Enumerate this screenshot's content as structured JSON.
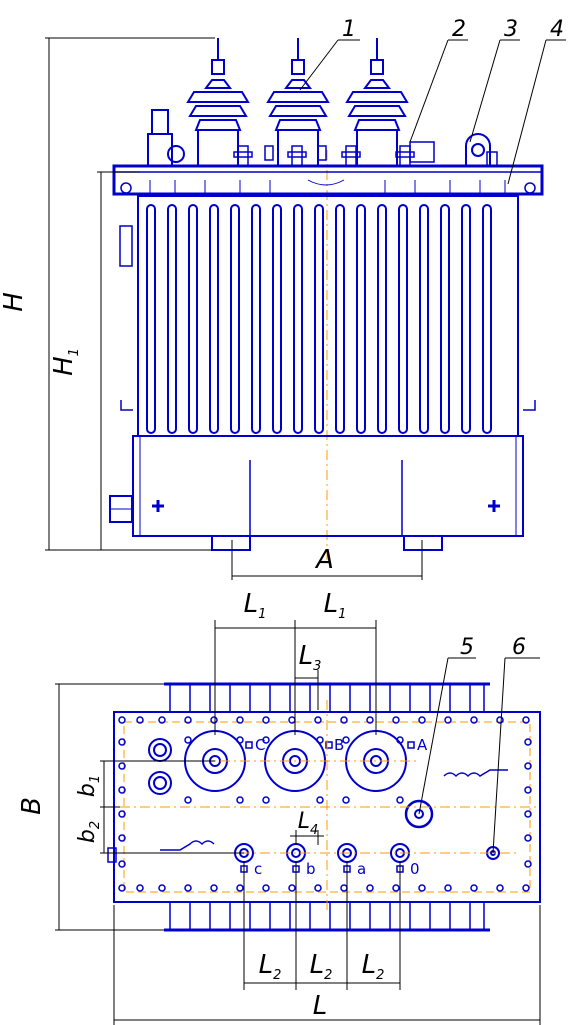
{
  "colors": {
    "outline": "#0000cc",
    "dimension": "#000000",
    "centerline": "#ff9900",
    "background": "#ffffff"
  },
  "dimensions": {
    "H": "H",
    "H1_main": "H",
    "H1_sub": "1",
    "A": "A",
    "L1_main": "L",
    "L1_sub": "1",
    "L2_main": "L",
    "L2_sub": "2",
    "L3_main": "L",
    "L3_sub": "3",
    "L4_main": "L",
    "L4_sub": "4",
    "B": "B",
    "b1_main": "b",
    "b1_sub": "1",
    "b2_main": "b",
    "b2_sub": "2",
    "L": "L"
  },
  "callouts": [
    "1",
    "2",
    "3",
    "4",
    "5",
    "6"
  ],
  "terminals": {
    "hv": [
      "C",
      "B",
      "A"
    ],
    "lv": [
      "c",
      "b",
      "a",
      "0"
    ]
  }
}
